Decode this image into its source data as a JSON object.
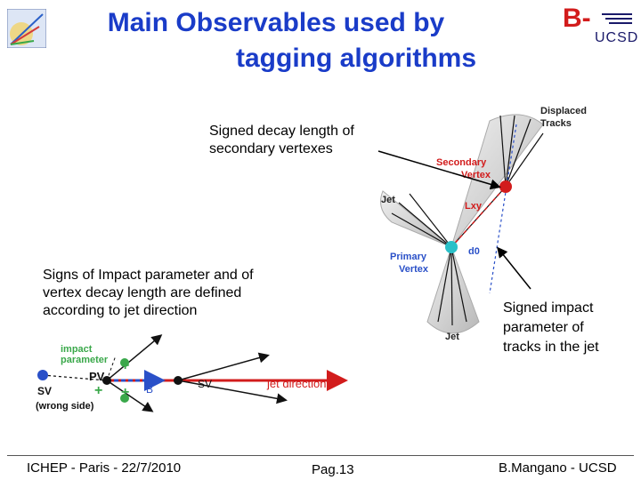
{
  "slide": {
    "title_line1": "Main Observables used by",
    "title_line2": "tagging algorithms",
    "logo_right_letter": "B-",
    "logo_right_text": "UCSD"
  },
  "captions": {
    "signed_decay_line1": "Signed decay length of",
    "signed_decay_line2": "secondary vertexes",
    "signs_line1": "Signs of Impact parameter and of",
    "signs_line2": "vertex decay length are defined",
    "signs_line3": "according to jet direction",
    "impact_line1": "Signed impact",
    "impact_line2": "parameter of",
    "impact_line3": "tracks in the jet"
  },
  "diagram_main": {
    "displaced_tracks_1": "Displaced",
    "displaced_tracks_2": "Tracks",
    "secondary_vertex_1": "Secondary",
    "secondary_vertex_2": "Vertex",
    "jet_upper": "Jet",
    "lxy": "Lxy",
    "primary_vertex_1": "Primary",
    "primary_vertex_2": "Vertex",
    "d0": "d0",
    "jet_lower": "Jet"
  },
  "diagram_small": {
    "impact_1": "impact",
    "impact_2": "parameter",
    "pv": "PV",
    "plus1": "+",
    "plus2": "+",
    "plus3": "+",
    "beta": "B",
    "sv": "SV",
    "jet_direction": "jet direction",
    "sv_wrong_1": "SV",
    "sv_wrong_2": "(wrong side)"
  },
  "footer": {
    "left": "ICHEP - Paris - 22/7/2010",
    "center": "Pag.13",
    "right": "B.Mangano - UCSD"
  },
  "colors": {
    "title": "#1a3cc8",
    "label_red": "#d21c1c",
    "label_blue": "#2a50c8",
    "cone": "#c8c8c8"
  }
}
